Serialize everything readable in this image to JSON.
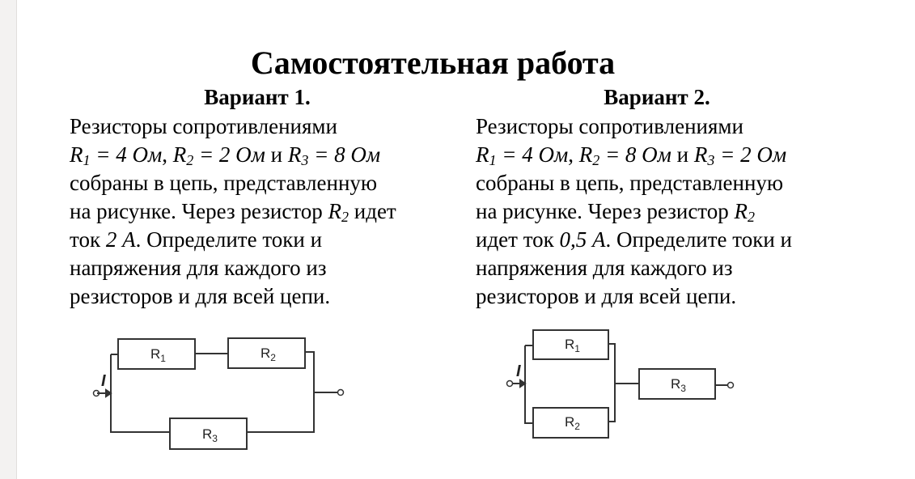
{
  "title": "Самостоятельная работа",
  "variants": [
    {
      "heading": "Вариант 1.",
      "lines": [
        [
          {
            "t": "Резисторы сопротивлениями"
          }
        ],
        [
          {
            "t": "R",
            "i": 1
          },
          {
            "t": "1",
            "i": 1,
            "sub": 1
          },
          {
            "t": " = 4 Ом",
            "i": 1
          },
          {
            "t": ", "
          },
          {
            "t": "R",
            "i": 1
          },
          {
            "t": "2",
            "i": 1,
            "sub": 1
          },
          {
            "t": " = 2 Ом",
            "i": 1
          },
          {
            "t": " и "
          },
          {
            "t": "R",
            "i": 1
          },
          {
            "t": "3",
            "i": 1,
            "sub": 1
          },
          {
            "t": " = 8 Ом",
            "i": 1
          }
        ],
        [
          {
            "t": "собраны в цепь, представленную"
          }
        ],
        [
          {
            "t": "на рисунке. Через резистор "
          },
          {
            "t": "R",
            "i": 1
          },
          {
            "t": "2",
            "i": 1,
            "sub": 1
          },
          {
            "t": " идет"
          }
        ],
        [
          {
            "t": "ток "
          },
          {
            "t": "2 А",
            "i": 1
          },
          {
            "t": ". Определите токи и"
          }
        ],
        [
          {
            "t": "напряжения для каждого из"
          }
        ],
        [
          {
            "t": "резисторов и для всей цепи."
          }
        ]
      ],
      "circuit": {
        "current_label": "I",
        "resistors": [
          {
            "name": "R",
            "sub": "1"
          },
          {
            "name": "R",
            "sub": "2"
          },
          {
            "name": "R",
            "sub": "3"
          }
        ]
      }
    },
    {
      "heading": "Вариант 2.",
      "lines": [
        [
          {
            "t": "Резисторы сопротивлениями"
          }
        ],
        [
          {
            "t": "R",
            "i": 1
          },
          {
            "t": "1",
            "i": 1,
            "sub": 1
          },
          {
            "t": " = 4 Ом",
            "i": 1
          },
          {
            "t": ", "
          },
          {
            "t": "R",
            "i": 1
          },
          {
            "t": "2",
            "i": 1,
            "sub": 1
          },
          {
            "t": " = 8 Ом",
            "i": 1
          },
          {
            "t": " и "
          },
          {
            "t": "R",
            "i": 1
          },
          {
            "t": "3",
            "i": 1,
            "sub": 1
          },
          {
            "t": " = 2 Ом",
            "i": 1
          }
        ],
        [
          {
            "t": "собраны в цепь, представленную"
          }
        ],
        [
          {
            "t": "на рисунке. Через резистор "
          },
          {
            "t": "R",
            "i": 1
          },
          {
            "t": "2",
            "i": 1,
            "sub": 1
          }
        ],
        [
          {
            "t": "идет ток "
          },
          {
            "t": "0,5 А",
            "i": 1
          },
          {
            "t": ". Определите токи и"
          }
        ],
        [
          {
            "t": "напряжения для каждого из"
          }
        ],
        [
          {
            "t": "резисторов и для всей цепи."
          }
        ]
      ],
      "circuit": {
        "current_label": "I",
        "resistors": [
          {
            "name": "R",
            "sub": "1"
          },
          {
            "name": "R",
            "sub": "2"
          },
          {
            "name": "R",
            "sub": "3"
          }
        ]
      }
    }
  ]
}
